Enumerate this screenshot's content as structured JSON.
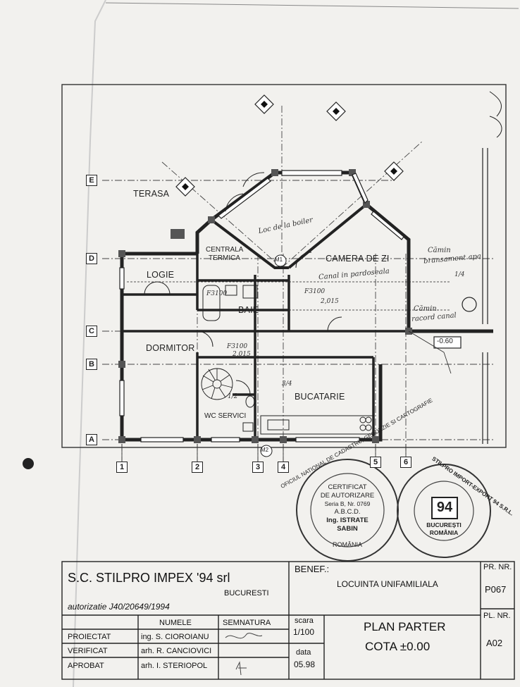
{
  "rooms": {
    "terasa": "TERASA",
    "logie": "LOGIE",
    "centrala_1": "CENTRALA",
    "centrala_2": "TERMICA",
    "camera_de_zi": "CAMERA DE ZI",
    "baie": "BAIE",
    "dormitor": "DORMITOR",
    "bucatarie": "BUCATARIE",
    "wc_service": "WC SERVICI"
  },
  "axes": {
    "rows": [
      "E",
      "D",
      "C",
      "B",
      "A"
    ],
    "cols": [
      "1",
      "2",
      "3",
      "4",
      "5",
      "6"
    ],
    "m1": "M1",
    "m2": "M2"
  },
  "annotations": {
    "loc_boiler": "Loc de la boiler",
    "canal_pardoseala": "Canal in pardoseala",
    "camin_1": "Cămin",
    "camin_2": "bransament apa",
    "camin_3": "Cămin",
    "camin_4": "racord canal",
    "level": "-0.60",
    "dim_1": "F3100",
    "dim_2": "F3100",
    "dim_3": "F3100",
    "dim_4": "2,015",
    "dim_5": "2,015",
    "stair_1": "3/4",
    "stair_2": "1/2",
    "frac_1": "1/4"
  },
  "stamp_cadastru": {
    "ring": "OFICIUL NATIONAL DE CADASTRU, GEODEZIE SI CARTOGRAFIE",
    "line1": "CERTIFICAT",
    "line2": "DE AUTORIZARE",
    "line3": "Seria B, Nr. 0769",
    "line4": "A.B.C.D.",
    "line5": "Ing. ISTRATE",
    "line6": "SABIN",
    "bottom": "ROMÂNIA"
  },
  "stamp_stilpro": {
    "ring": "STILPRO IMPORT-EXPORT 94 S.R.L.",
    "number": "94",
    "city": "BUCUREȘTI",
    "country": "ROMÂNIA"
  },
  "title_block": {
    "company": "S.C. STILPRO IMPEX '94 srl",
    "city": "BUCURESTI",
    "authorization": "autorizatie J40/20649/1994",
    "benef_label": "BENEF.:",
    "benef_value": "LOCUINTA UNIFAMILIALA",
    "pr_nr_label": "PR. NR.",
    "pr_nr_value": "P067",
    "pl_nr_label": "PL. NR.",
    "pl_nr_value": "A02",
    "numele_label": "NUMELE",
    "semnatura_label": "SEMNATURA",
    "proiectat_label": "PROIECTAT",
    "proiectat_name": "ing. S. CIOROIANU",
    "verificat_label": "VERIFICAT",
    "verificat_name": "arh. R. CANCIOVICI",
    "aprobat_label": "APROBAT",
    "aprobat_name": "arh. I. STERIOPOL",
    "scara_label": "scara",
    "scara_value": "1/100",
    "data_label": "data",
    "data_value": "05.98",
    "plan_title": "PLAN PARTER",
    "plan_level": "COTA ±0.00"
  }
}
